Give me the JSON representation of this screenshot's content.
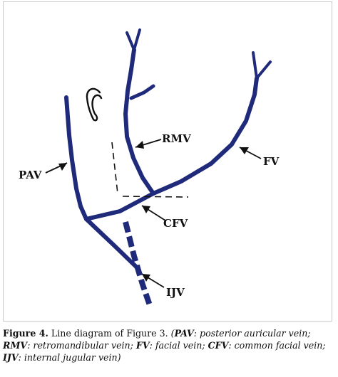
{
  "labels": {
    "rmv": "RMV",
    "fv": "FV",
    "pav": "PAV",
    "cfv": "CFV",
    "ijv": "IJV"
  },
  "caption": {
    "figure_label": "Figure 4.",
    "text_1": " Line diagram of Figure 3. ",
    "open": "(",
    "pav_abbr": "PAV",
    "pav_def": ": posterior auricular vein; ",
    "rmv_abbr": "RMV",
    "rmv_def": ": retromandibular vein; ",
    "fv_abbr": "FV",
    "fv_def": ": facial vein; ",
    "cfv_abbr": "CFV",
    "cfv_def": ": common facial vein; ",
    "ijv_abbr": "IJV",
    "ijv_def": ": internal jugular vein)"
  },
  "colors": {
    "vein": "#1f2a7a",
    "ink": "#111111",
    "frame": "#c9c9c9"
  }
}
